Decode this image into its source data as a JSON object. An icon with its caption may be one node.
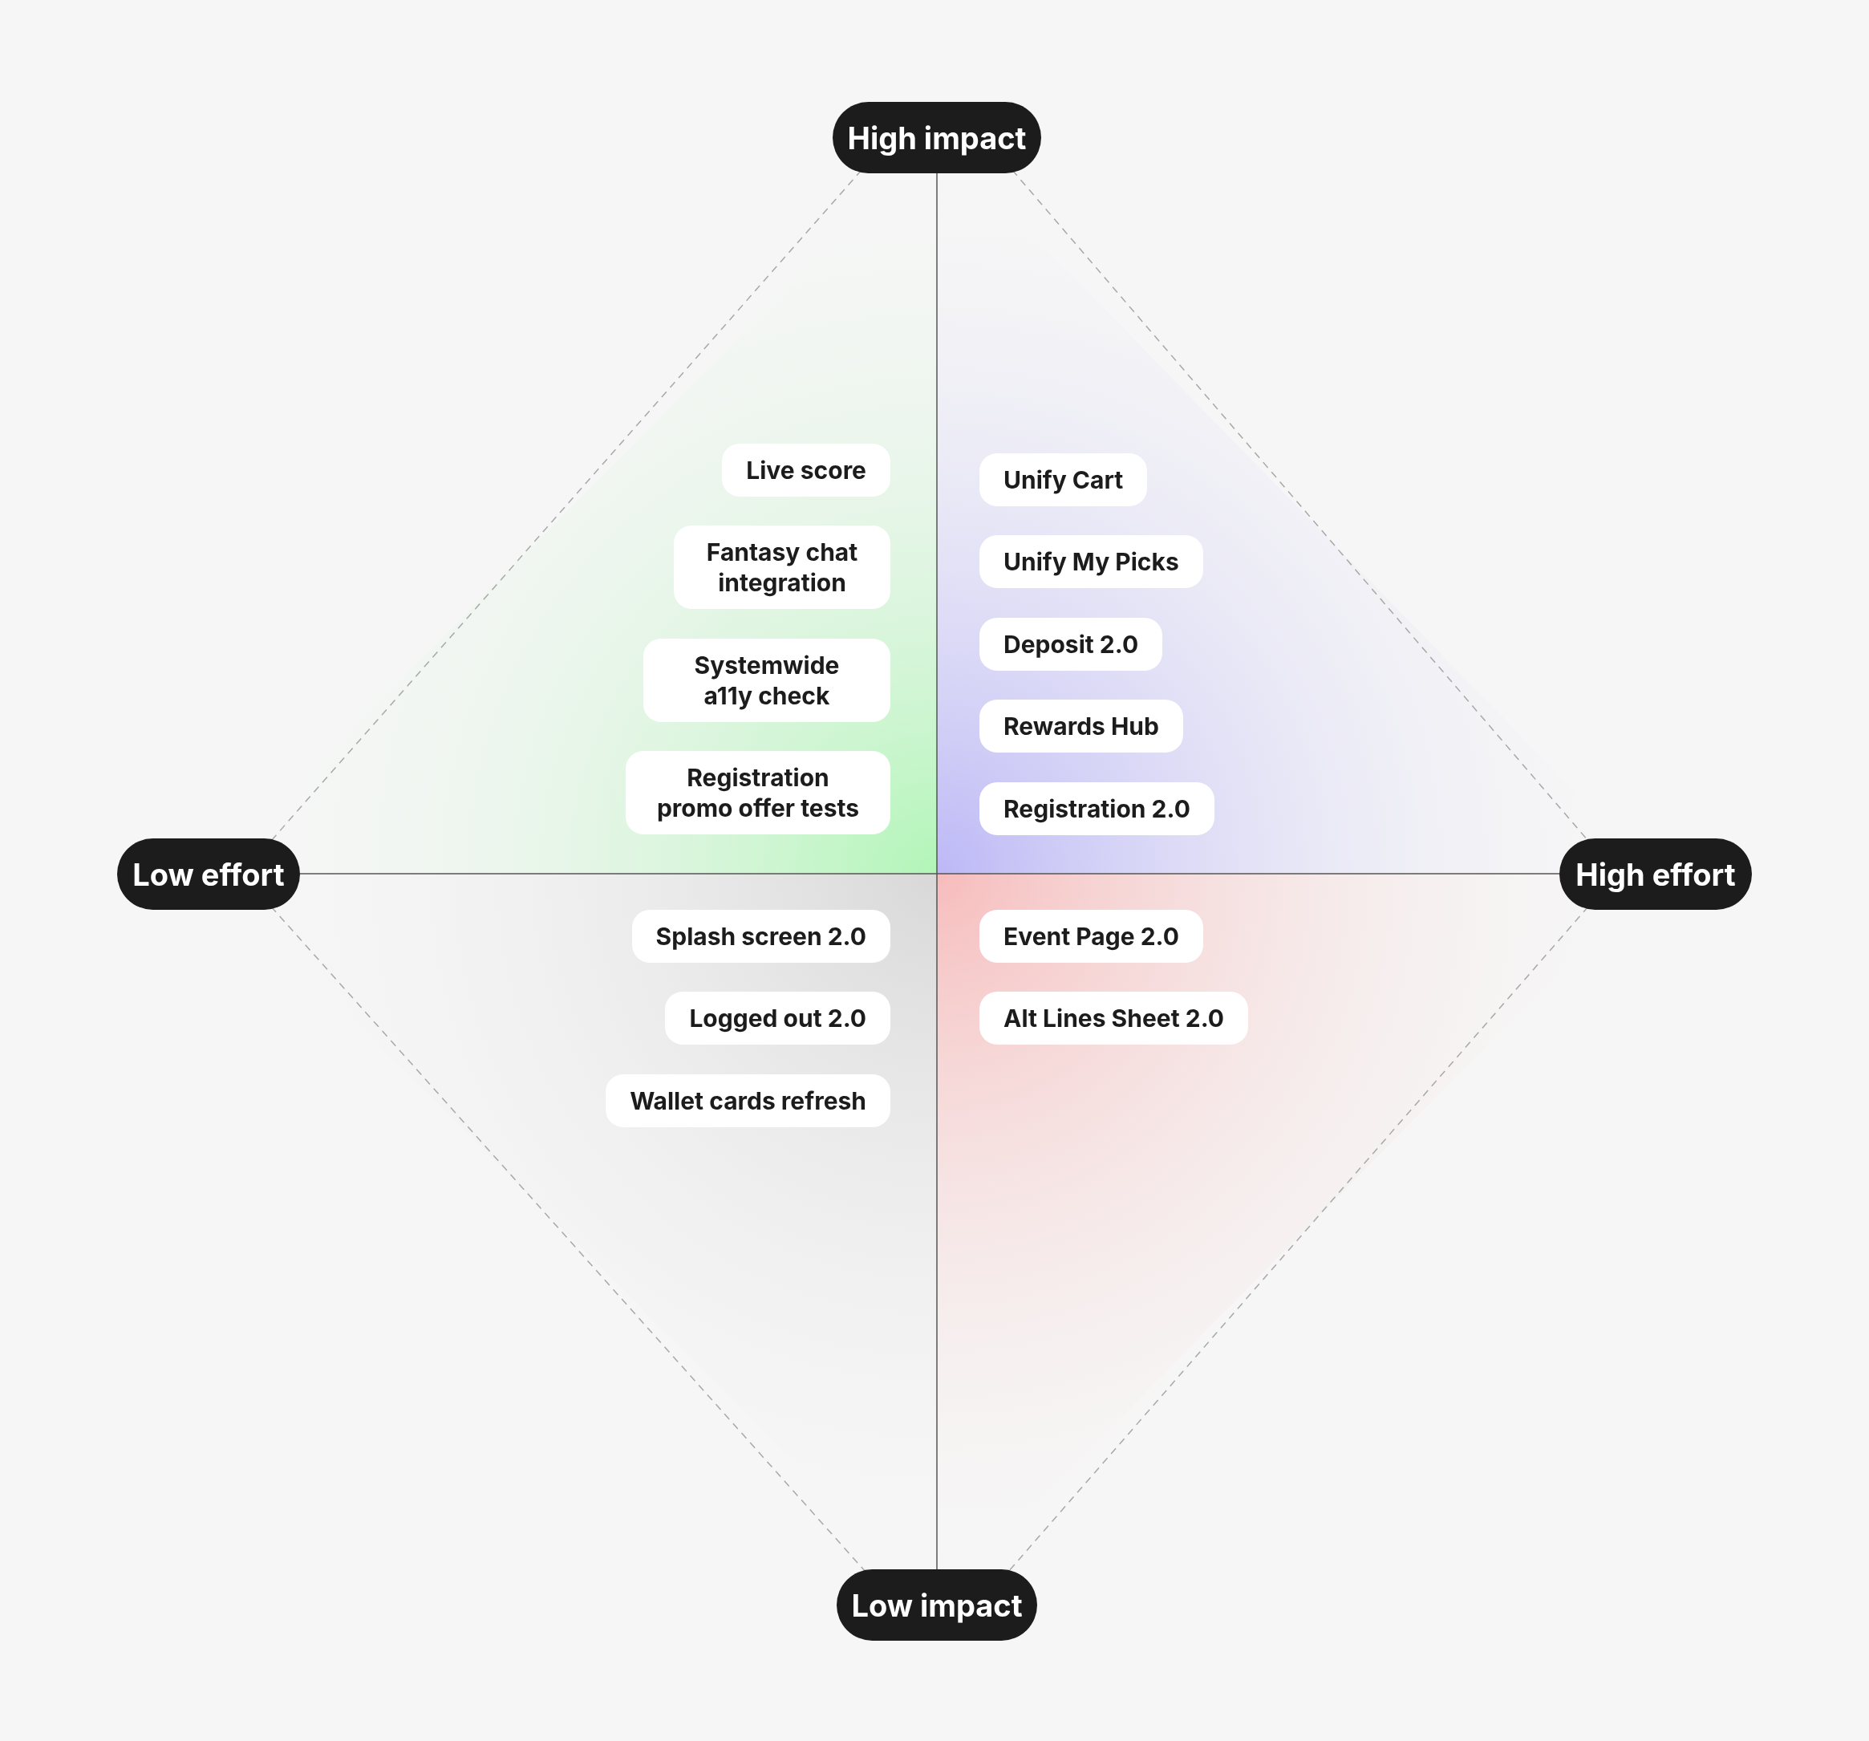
{
  "diagram": {
    "nodes": [
      {
        "text": [
          "High impact"
        ]
      },
      {
        "text": [
          "Low effort"
        ]
      },
      {
        "text": [
          "High effort"
        ]
      },
      {
        "text": [
          "Low impact"
        ]
      },
      {
        "text": [
          "Live score"
        ]
      },
      {
        "text": [
          "Fantasy chat integration"
        ]
      },
      {
        "text": [
          "Systemwide a11y check"
        ]
      },
      {
        "text": [
          "Registration promo offer tests"
        ]
      },
      {
        "text": [
          "Unify Cart"
        ]
      },
      {
        "text": [
          "Unify My Picks"
        ]
      },
      {
        "text": [
          "Deposit 2.0"
        ]
      },
      {
        "text": [
          "Rewards Hub"
        ]
      },
      {
        "text": [
          "Registration 2.0"
        ]
      },
      {
        "text": [
          "Splash screen 2.0"
        ]
      },
      {
        "text": [
          "Logged out 2.0"
        ]
      },
      {
        "text": [
          "Wallet cards refresh"
        ]
      },
      {
        "text": [
          "Event Page 2.0"
        ]
      },
      {
        "text": [
          "Alt Lines Sheet 2.0"
        ]
      }
    ],
    "edges": [
      {
        "from": 0,
        "to": 3,
        "arrow": "none"
      },
      {
        "from": 1,
        "to": 2,
        "arrow": "none"
      },
      {
        "from": 0,
        "to": 1,
        "arrow": "none",
        "style": "dashed"
      },
      {
        "from": 0,
        "to": 2,
        "arrow": "none",
        "style": "dashed"
      },
      {
        "from": 1,
        "to": 3,
        "arrow": "none",
        "style": "dashed"
      },
      {
        "from": 2,
        "to": 3,
        "arrow": "none",
        "style": "dashed"
      }
    ]
  }
}
